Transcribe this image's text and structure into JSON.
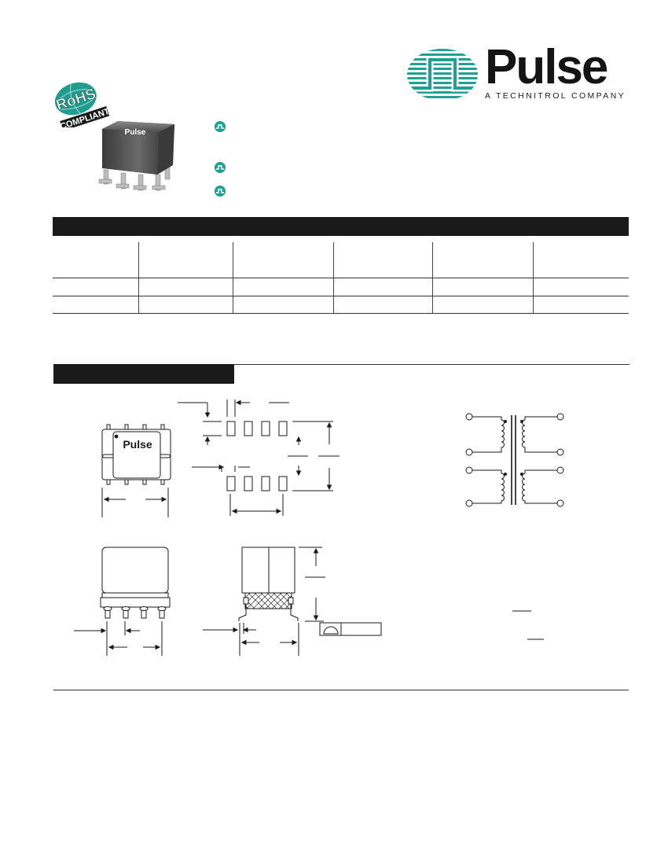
{
  "brand": {
    "name": "Pulse",
    "tagline": "A TECHNITROL COMPANY",
    "color_primary": "#1ea192",
    "color_text": "#141414"
  },
  "rohs": {
    "line1": "RoHS",
    "line2": "COMPLIANT",
    "color": "#1f9d8e"
  },
  "product": {
    "package_label": "Pulse"
  },
  "outline_drawing": {
    "package_label": "Pulse"
  },
  "icons": {
    "bullet": "pulse-wave-icon"
  }
}
